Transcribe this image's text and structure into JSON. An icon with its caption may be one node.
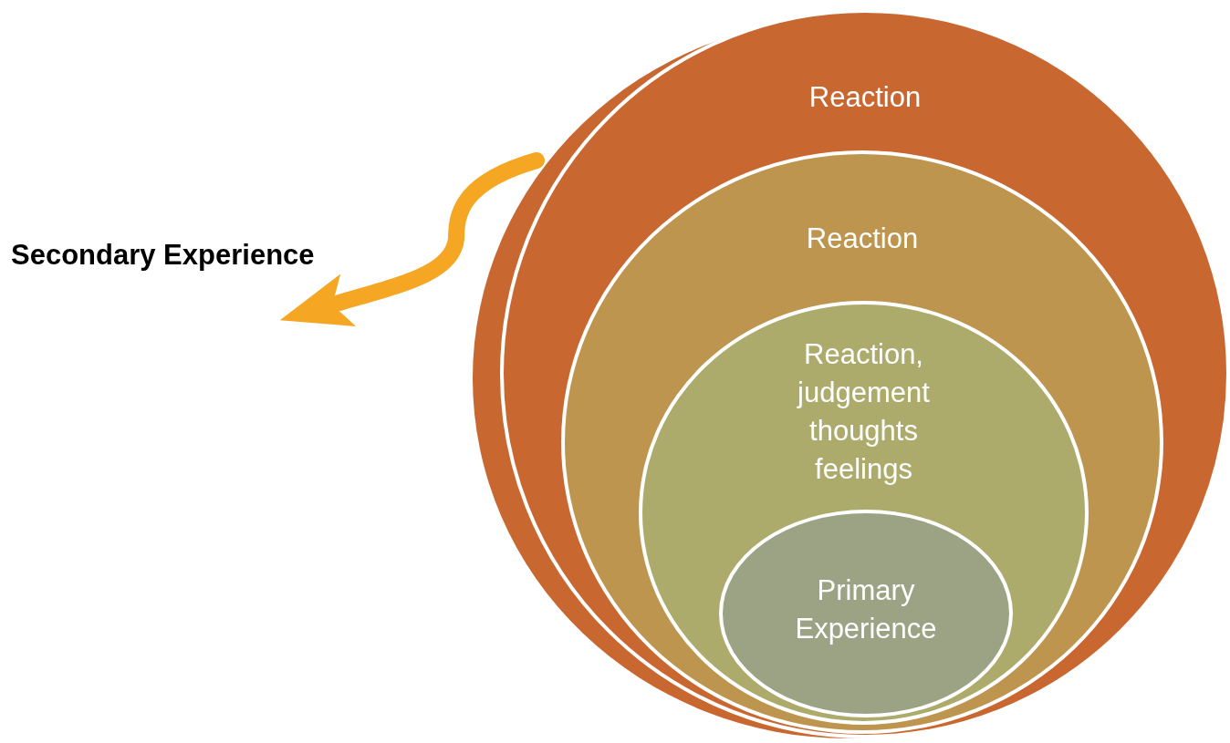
{
  "diagram": {
    "nodes": [
      {
        "text": [
          "Reaction"
        ]
      },
      {
        "text": [
          "Reaction"
        ],
        "in": 0
      },
      {
        "text": [
          "Reaction, judgement thoughts feelings"
        ],
        "in": 1
      },
      {
        "text": [
          "Primary Experience"
        ],
        "in": 2
      },
      {
        "text": [
          "Secondary Experience"
        ]
      }
    ],
    "edges": [
      {
        "from": 0,
        "to": 4,
        "arrow": "to",
        "color": "#f5a623"
      }
    ]
  }
}
